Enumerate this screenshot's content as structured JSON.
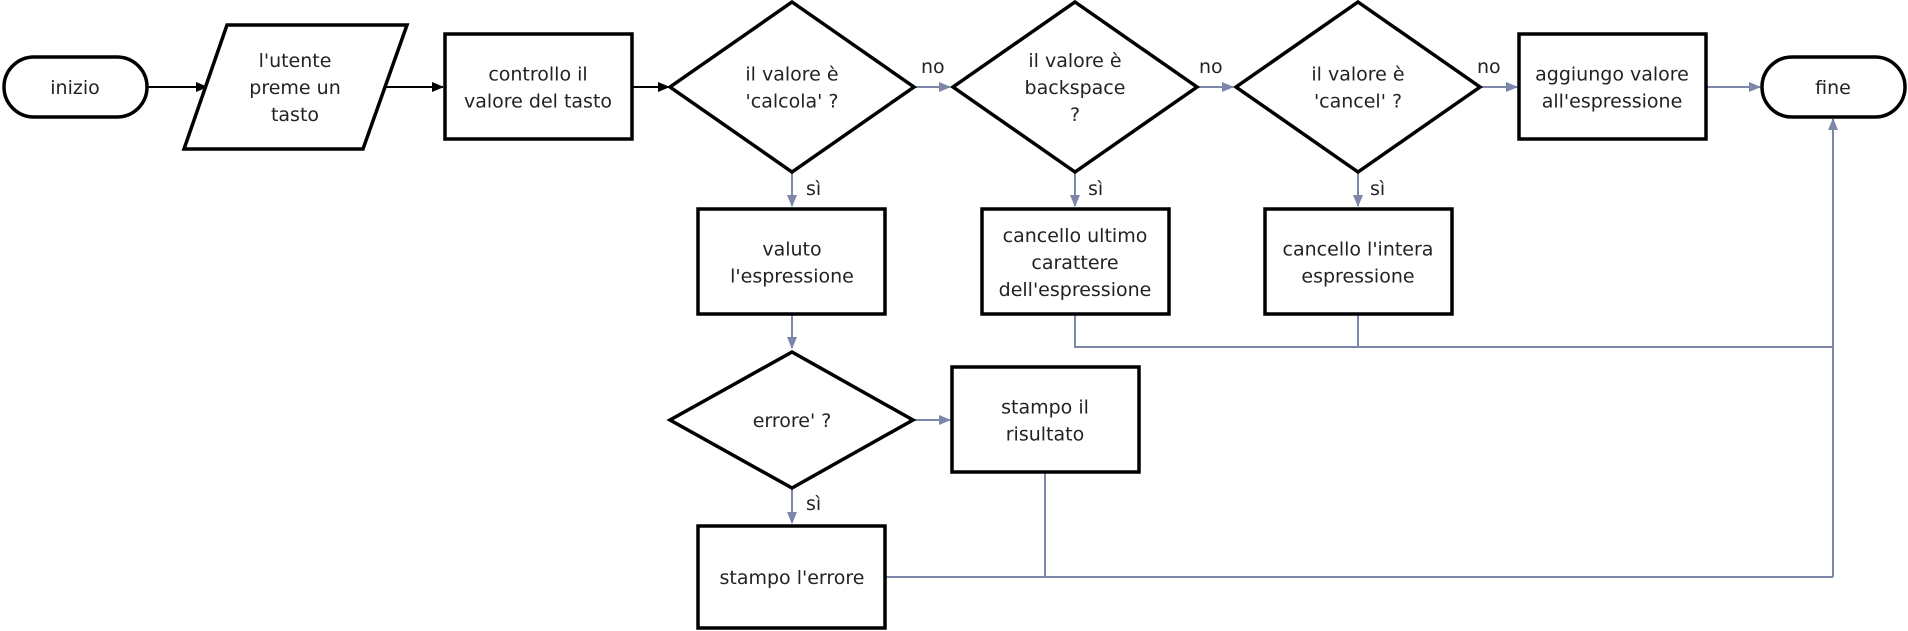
{
  "nodes": {
    "start": {
      "lines": [
        "inizio"
      ]
    },
    "input": {
      "lines": [
        "l'utente",
        "preme un",
        "tasto"
      ]
    },
    "check_key": {
      "lines": [
        "controllo il",
        "valore del tasto"
      ]
    },
    "is_calc": {
      "lines": [
        "il valore è",
        "'calcola' ?"
      ]
    },
    "is_backspace": {
      "lines": [
        "il valore è",
        "backspace",
        "?"
      ]
    },
    "is_cancel": {
      "lines": [
        "il valore è",
        "'cancel' ?"
      ]
    },
    "append": {
      "lines": [
        "aggiungo valore",
        "all'espressione"
      ]
    },
    "end": {
      "lines": [
        "fine"
      ]
    },
    "evaluate": {
      "lines": [
        "valuto",
        "l'espressione"
      ]
    },
    "delete_last": {
      "lines": [
        "cancello ultimo",
        "carattere",
        "dell'espressione"
      ]
    },
    "delete_all": {
      "lines": [
        "cancello l'intera",
        "espressione"
      ]
    },
    "is_error": {
      "lines": [
        "errore' ?"
      ]
    },
    "print_result": {
      "lines": [
        "stampo il",
        "risultato"
      ]
    },
    "print_error": {
      "lines": [
        "stampo l'errore"
      ]
    }
  },
  "edge_labels": {
    "no": "no",
    "yes": "sì"
  }
}
